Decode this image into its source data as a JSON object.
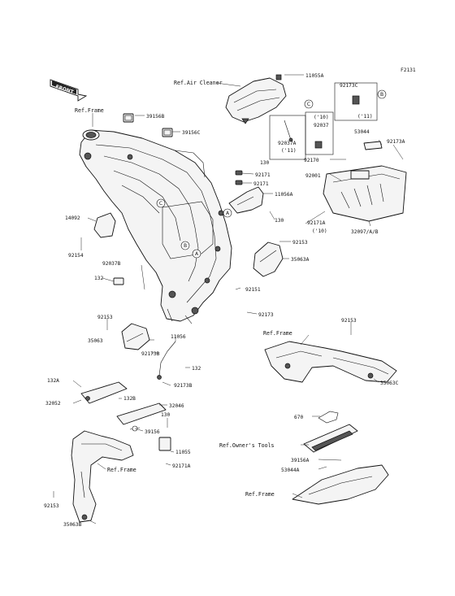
{
  "figure_id": "F2131",
  "front_label": "FRONT",
  "refs": {
    "air_cleaner": "Ref.Air Cleaner",
    "frame_top": "Ref.Frame",
    "frame_right": "Ref.Frame",
    "frame_left": "Ref.Frame",
    "frame_bottom": "Ref.Frame",
    "owners_tools": "Ref.Owner's Tools"
  },
  "callouts": {
    "A": "A",
    "B": "B",
    "C": "C"
  },
  "parts": {
    "p11055A": "11055A",
    "p92173C": "92173C",
    "p11": "('11)",
    "p39156B": "39156B",
    "p39156C": "39156C",
    "p92037A": "92037A",
    "p11b": "('11)",
    "p10": "('10)",
    "p92037": "92037",
    "p53044": "53044",
    "p92173A": "92173A",
    "p130a": "130",
    "p92171a": "92171",
    "p92171b": "92171",
    "p92170": "92170",
    "p92001": "92001",
    "p11056A": "11056A",
    "p130b": "130",
    "p92171A": "92171A",
    "p10b": "('10)",
    "p32097": "32097/A/B",
    "p14092": "14092",
    "p92153a": "92153",
    "p35063A": "35063A",
    "p92154": "92154",
    "p92037B": "92037B",
    "p132a": "132",
    "p92151": "92151",
    "p92173": "92173",
    "p92153b": "92153",
    "p92153c": "92153",
    "p11056": "11056",
    "p35063": "35063",
    "p92173B": "92173B",
    "p132b": "132",
    "p92173Bb": "92173B",
    "p35063C": "35063C",
    "p132A": "132A",
    "p32052": "32052",
    "p132B": "132B",
    "p32046": "32046",
    "p130c": "130",
    "p39156": "39156",
    "p670": "670",
    "p11055": "11055",
    "p92171Ab": "92171A",
    "p39156A": "39156A",
    "p53044A": "53044A",
    "p92153d": "92153",
    "p35063B": "35063B"
  }
}
